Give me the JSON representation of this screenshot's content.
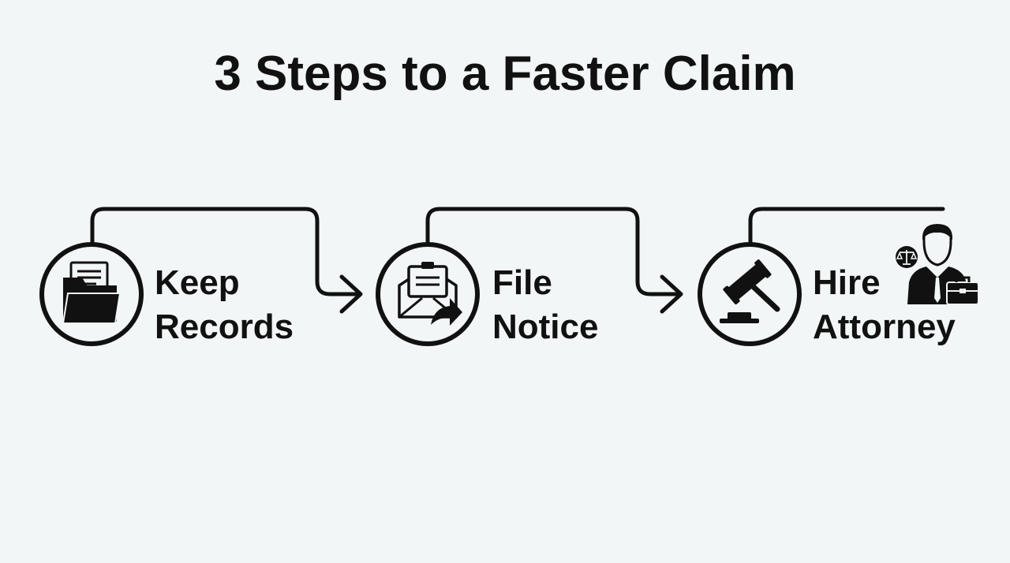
{
  "title": "3 Steps to a Faster Claim",
  "steps": [
    {
      "line1": "Keep",
      "line2": "Records",
      "icon": "folder-documents-icon"
    },
    {
      "line1": "File",
      "line2": "Notice",
      "icon": "envelope-clipboard-icon"
    },
    {
      "line1": "Hire",
      "line2": "Attorney",
      "icon": "gavel-icon",
      "extra_icon": "attorney-icon"
    }
  ],
  "colors": {
    "background": "#f2f6f7",
    "ink": "#111111"
  }
}
